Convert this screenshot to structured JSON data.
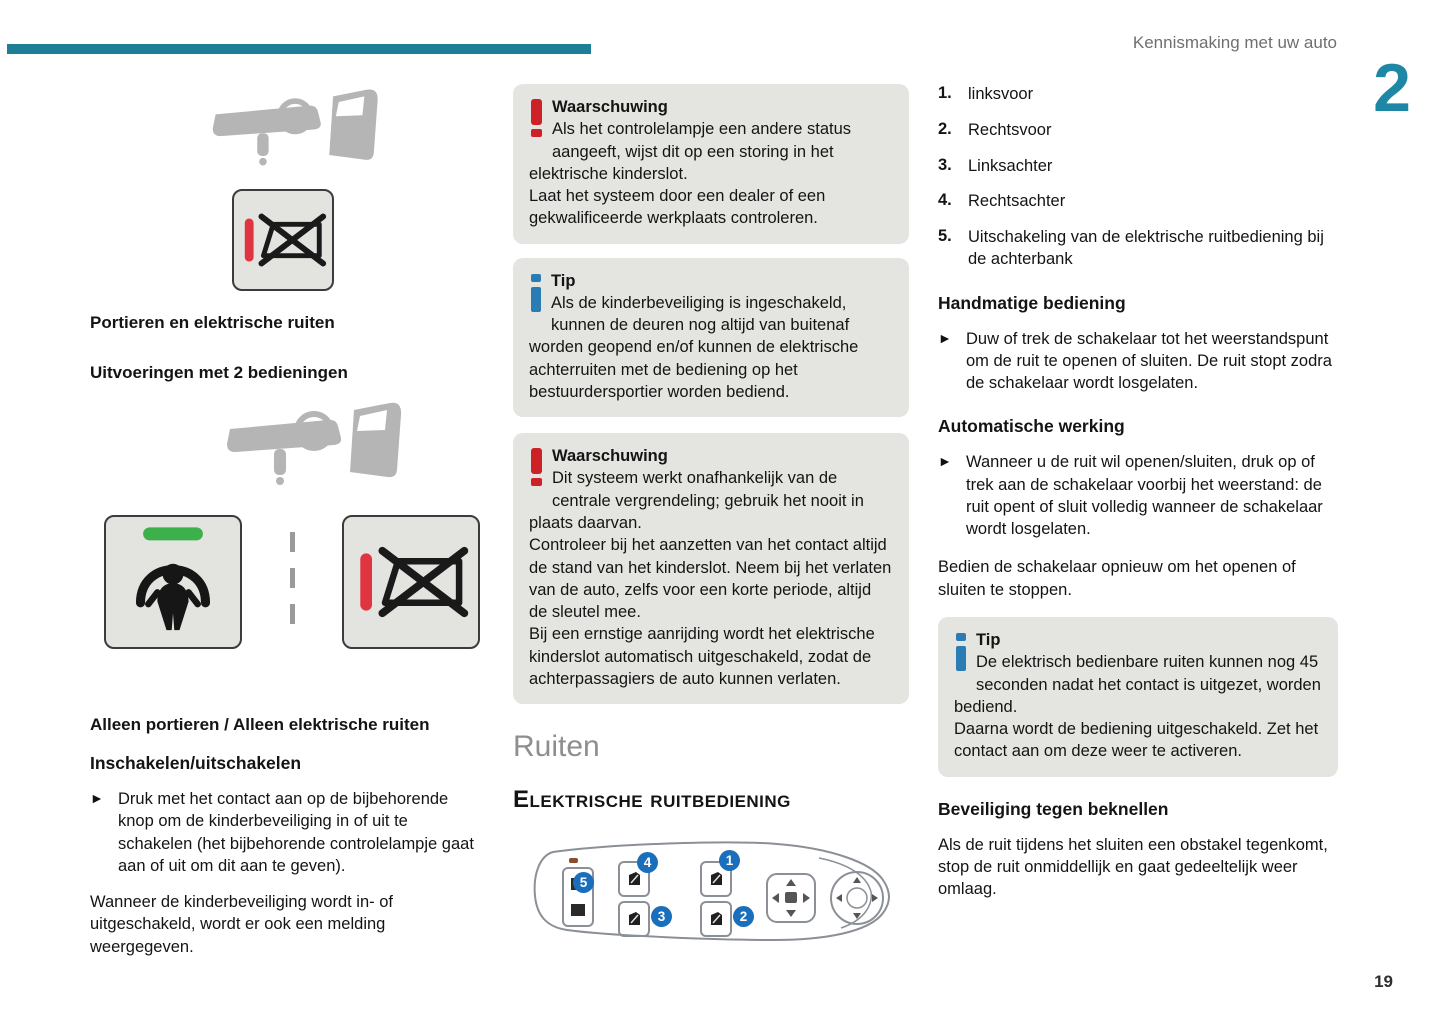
{
  "page": {
    "header": "Kennismaking met uw auto",
    "chapter_number": "2",
    "page_number": "19"
  },
  "colors": {
    "accent_teal": "#1E7E95",
    "warning_red": "#CD2027",
    "info_blue": "#2A7CB5",
    "indicator_green": "#3CB14B",
    "indicator_red": "#E03540",
    "callout_blue": "#1A6FBD"
  },
  "left_column": {
    "caption_doors_windows": "Portieren en elektrische ruiten",
    "caption_two_controls": "Uitvoeringen met 2 bedieningen",
    "caption_only": "Alleen portieren / Alleen elektrische ruiten",
    "heading_enable": "Inschakelen/uitschakelen",
    "bullet_enable": "Druk met het contact aan op de bijbehorende knop om de kinderbeveiliging in of uit te schakelen (het bijbehorende controlelampje gaat aan of uit om dit aan te geven).",
    "para_message": "Wanneer de kinderbeveiliging wordt in- of uitgeschakeld, wordt er ook een melding weergegeven."
  },
  "middle_column": {
    "warning_1": {
      "title": "Waarschuwing",
      "text": "Als het controlelampje een andere status aangeeft, wijst dit op een storing in het elektrische kinderslot.\nLaat het systeem door een dealer of een gekwalificeerde werkplaats controleren."
    },
    "tip_1": {
      "title": "Tip",
      "text": "Als de kinderbeveiliging is ingeschakeld, kunnen de deuren nog altijd van buitenaf worden geopend en/of kunnen de elektrische achterruiten met de bediening op het bestuurdersportier worden bediend."
    },
    "warning_2": {
      "title": "Waarschuwing",
      "text": "Dit systeem werkt onafhankelijk van de centrale vergrendeling; gebruik het nooit in plaats daarvan.\nControleer bij het aanzetten van het contact altijd de stand van het kinderslot. Neem bij het verlaten van de auto, zelfs voor een korte periode, altijd de sleutel mee.\nBij een ernstige aanrijding wordt het elektrische kinderslot automatisch uitgeschakeld, zodat de achterpassagiers de auto kunnen verlaten."
    },
    "section_title": "Ruiten",
    "subsection_title": "Elektrische ruitbediening"
  },
  "diagram": {
    "callouts": [
      "1",
      "2",
      "3",
      "4",
      "5"
    ]
  },
  "right_column": {
    "numbered_list": [
      {
        "num": "1.",
        "label": "linksvoor"
      },
      {
        "num": "2.",
        "label": "Rechtsvoor"
      },
      {
        "num": "3.",
        "label": "Linksachter"
      },
      {
        "num": "4.",
        "label": "Rechtsachter"
      },
      {
        "num": "5.",
        "label": "Uitschakeling van de elektrische ruitbediening bij de achterbank"
      }
    ],
    "heading_manual": "Handmatige bediening",
    "bullet_manual": "Duw of trek de schakelaar tot het weerstandspunt om de ruit te openen of sluiten. De ruit stopt zodra de schakelaar wordt losgelaten.",
    "heading_auto": "Automatische werking",
    "bullet_auto": "Wanneer u de ruit wil openen/sluiten, druk op of trek aan de schakelaar voorbij het weerstand: de ruit opent of sluit volledig wanneer de schakelaar wordt losgelaten.",
    "para_stop": "Bedien de schakelaar opnieuw om het openen of sluiten te stoppen.",
    "tip": {
      "title": "Tip",
      "text": "De elektrisch bedienbare ruiten kunnen nog 45 seconden nadat het contact is uitgezet, worden bediend.\nDaarna wordt de bediening uitgeschakeld. Zet het contact aan om deze weer te activeren."
    },
    "heading_antipinch": "Beveiliging tegen beknellen",
    "para_antipinch": "Als de ruit tijdens het sluiten een obstakel tegenkomt, stop de ruit onmiddellijk en gaat gedeeltelijk weer omlaag."
  }
}
